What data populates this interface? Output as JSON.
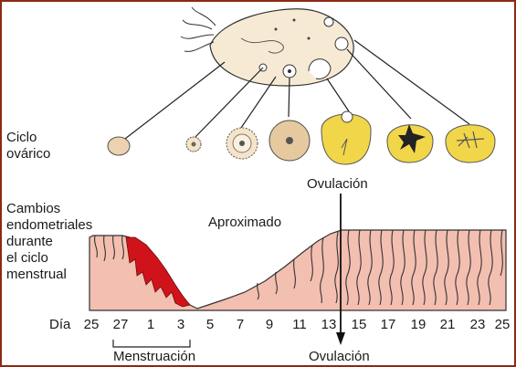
{
  "labels": {
    "ovarian_cycle": [
      "Ciclo",
      "ovárico"
    ],
    "endometrial_changes": [
      "Cambios",
      "endometriales",
      "durante",
      "el ciclo",
      "menstrual"
    ],
    "approximate": "Aproximado",
    "ovulation_top": "Ovulación",
    "ovulation_bottom": "Ovulación",
    "menstruation": "Menstruación",
    "day": "Día"
  },
  "day_axis": [
    "25",
    "27",
    "1",
    "3",
    "5",
    "7",
    "9",
    "11",
    "13",
    "15",
    "17",
    "19",
    "21",
    "23",
    "25"
  ],
  "colors": {
    "endometrium": "#f3bfb0",
    "menstrual_flow": "#d0131b",
    "corpus_luteum": "#f2d64a",
    "follicle": "#ecd2b0",
    "frame": "#8c2a12"
  }
}
